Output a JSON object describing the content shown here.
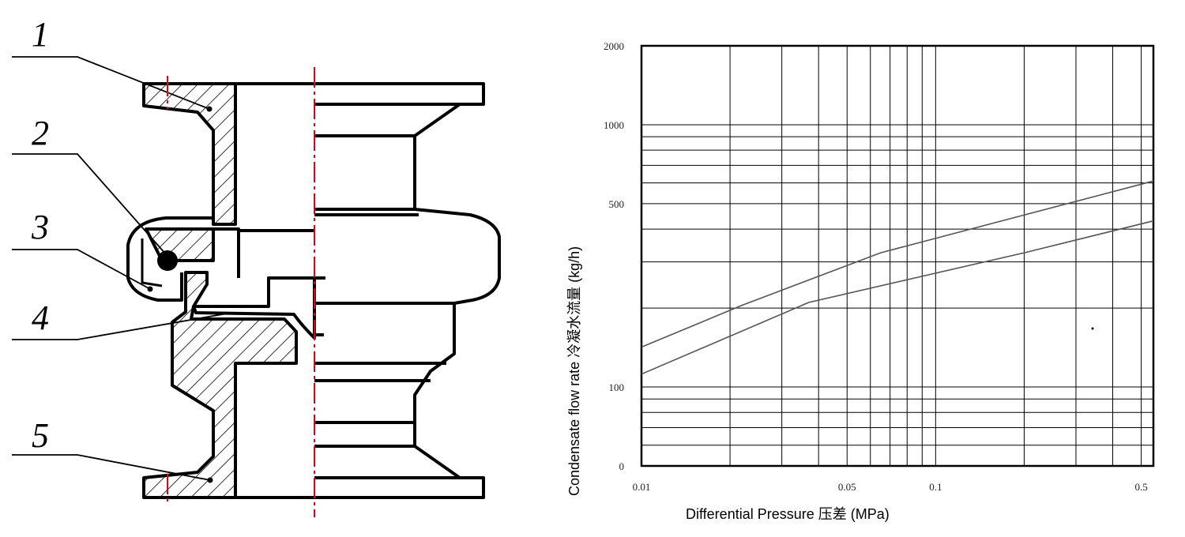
{
  "diagram": {
    "part_labels": [
      "1",
      "2",
      "3",
      "4",
      "5"
    ],
    "line_color": "#000000",
    "centerline_color": "#e0001a"
  },
  "chart_data": {
    "type": "line",
    "title": "",
    "xlabel": "Differential Pressure 压差 (MPa)",
    "ylabel": "Condensate flow rate 冷凝水流量 (kg/h)",
    "x_scale": "log",
    "y_scale": "log",
    "xlim": [
      0.01,
      0.55
    ],
    "ylim": [
      50,
      2000
    ],
    "x_tick_labels": [
      "0.01",
      "0.05",
      "0.1",
      "0.5"
    ],
    "y_tick_labels": [
      "2000",
      "1000",
      "500",
      "100",
      "0"
    ],
    "grid": true,
    "series": [
      {
        "x": [
          0.01,
          0.022,
          0.065,
          0.55
        ],
        "y": [
          142,
          205,
          325,
          610
        ]
      },
      {
        "x": [
          0.01,
          0.037,
          0.2,
          0.55
        ],
        "y": [
          112,
          210,
          325,
          430
        ]
      }
    ]
  }
}
